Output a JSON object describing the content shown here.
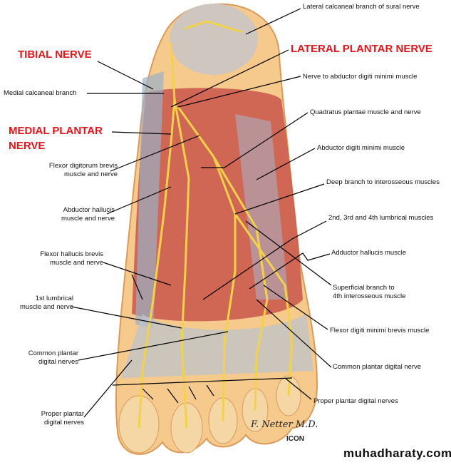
{
  "labels": {
    "lateral_calcaneal": "Lateral calcaneal branch of sural nerve",
    "tibial": "TIBIAL NERVE",
    "lateral_plantar": "LATERAL PLANTAR NERVE",
    "medial_calcaneal": "Medial calcaneal branch",
    "nerve_abd_dig_min": "Nerve to abductor digiti minimi muscle",
    "quadratus": "Quadratus plantae muscle and nerve",
    "medial_plantar_1": "MEDIAL PLANTAR",
    "medial_plantar_2": "NERVE",
    "fdb_1": "Flexor digitorum brevis",
    "fdb_2": "muscle and nerve",
    "abd_dig_min": "Abductor digiti minimi muscle",
    "deep_branch": "Deep branch to interosseous muscles",
    "abd_hal_1": "Abductor hallucis",
    "abd_hal_2": "muscle and nerve",
    "lumbricals": "2nd, 3rd and 4th lumbrical muscles",
    "fhb_1": "Flexor hallucis brevis",
    "fhb_2": "muscle and nerve",
    "add_hal": "Adductor hallucis muscle",
    "superficial_1": "Superficial branch to",
    "superficial_2": "4th interosseous muscle",
    "lumb1_1": "1st lumbrical",
    "lumb1_2": "muscle and nerve",
    "fdmb": "Flexor digiti minimi brevis muscle",
    "cpdn_left_1": "Common plantar",
    "cpdn_left_2": "digital nerves",
    "cpdn_right": "Common plantar digital nerve",
    "ppdn_right": "Proper plantar digital nerves",
    "ppdn_left_1": "Proper plantar",
    "ppdn_left_2": "digital nerves"
  },
  "signature": "F. Netter M.D.",
  "publisher_mark": "ICON",
  "watermark": "muhadharaty.com",
  "colors": {
    "title_red": "#e3161b",
    "nerve": "#f2d24a",
    "muscle": "#c9554a",
    "skin": "#f6c98c"
  }
}
